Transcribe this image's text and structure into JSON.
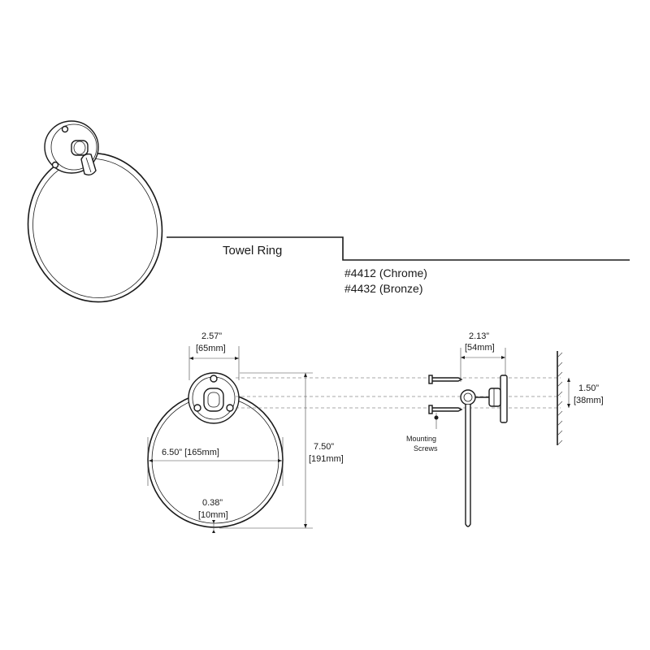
{
  "header": {
    "product_name": "Towel Ring",
    "model_chrome": "#4412 (Chrome)",
    "model_bronze": "#4432 (Bronze)"
  },
  "dimensions": {
    "plate_width": "2.57”",
    "plate_width_mm": "[65mm]",
    "ring_diameter": "6.50” [165mm]",
    "ring_thickness": "0.38”",
    "ring_thickness_mm": "[10mm]",
    "overall_height": "7.50”",
    "overall_height_mm": "[191mm]",
    "projection": "2.13”",
    "projection_mm": "[54mm]",
    "screw_spacing": "1.50”",
    "screw_spacing_mm": "[38mm]"
  },
  "callouts": {
    "mounting_line1": "Mounting",
    "mounting_line2": "Screws"
  },
  "colors": {
    "line": "#1a1a1a",
    "background": "#ffffff"
  }
}
